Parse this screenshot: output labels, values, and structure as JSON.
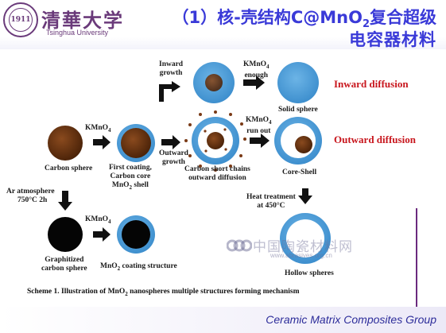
{
  "header": {
    "university_cn": "清華大学",
    "university_en": "Tsinghua University",
    "title_line1": "（1）核-壳结构C@MnO",
    "title_line1_sub": "2",
    "title_line1_tail": "复合超级",
    "title_line2": "电容器材料"
  },
  "diagram": {
    "carbon_sphere": "Carbon sphere",
    "kmno4_1": "KMnO",
    "kmno4_1_sub": "4",
    "first_coating": "First coating,",
    "carbon_core": "Carbon core",
    "mno2_shell": "MnO",
    "mno2_shell_sub": "2",
    "mno2_shell_tail": " shell",
    "outward_growth_1": "Outward",
    "outward_growth_2": "growth",
    "inward_growth_1": "Inward",
    "inward_growth_2": "growth",
    "kmno4_enough_1": "KMnO",
    "kmno4_enough_sub": "4",
    "kmno4_enough_2": "enough",
    "solid_sphere": "Solid sphere",
    "inward_diffusion": "Inward diffusion",
    "kmno4_runout_1": "KMnO",
    "kmno4_runout_sub": "4",
    "kmno4_runout_2": "run out",
    "outward_diffusion": "Outward diffusion",
    "carbon_short_chains": "Carbon short chains",
    "outward_diffusion_lbl": "outward diffusion",
    "core_shell": "Core-Shell",
    "heat_treatment_1": "Heat treatment",
    "heat_treatment_2": "at 450°C",
    "hollow_spheres": "Hollow spheres",
    "ar_atmosphere_1": "Ar atmosphere",
    "ar_atmosphere_2": "750°C 2h",
    "graphitized_1": "Graphitized",
    "graphitized_2": "carbon sphere",
    "kmno4_2": "KMnO",
    "kmno4_2_sub": "4",
    "mno2_coating": "MnO",
    "mno2_coating_sub": "2",
    "mno2_coating_tail": " coating structure"
  },
  "caption": {
    "prefix": "Scheme 1. Illustration of MnO",
    "sub": "2",
    "suffix": " nanospheres multiple structures forming mechanism"
  },
  "watermark": {
    "cn": "中国陶瓷材料网",
    "url": "www.abrasives.org.cn"
  },
  "footer": {
    "group": "Ceramic Matrix Composites Group"
  },
  "colors": {
    "title_blue": "#3a3ad8",
    "shell_blue": "#4a9ad6",
    "carbon_brown": "#6b3410",
    "red_label": "#c8161d",
    "footer_blue": "#2c2c9a",
    "purple_rule": "#6b2a7e"
  }
}
